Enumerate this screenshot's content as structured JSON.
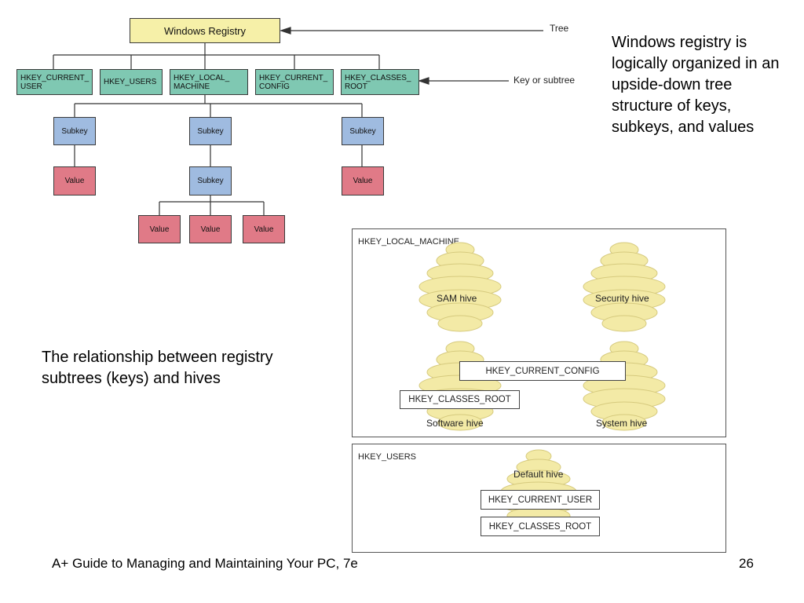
{
  "tree": {
    "root_label": "Windows Registry",
    "tree_annotation": "Tree",
    "subtree_annotation": "Key or subtree",
    "keys": [
      {
        "line1": "HKEY_CURRENT_",
        "line2": "USER"
      },
      {
        "line1": "HKEY_USERS",
        "line2": ""
      },
      {
        "line1": "HKEY_LOCAL_",
        "line2": "MACHINE"
      },
      {
        "line1": "HKEY_CURRENT_",
        "line2": "CONFIG"
      },
      {
        "line1": "HKEY_CLASSES_",
        "line2": "ROOT"
      }
    ],
    "subkey_label": "Subkey",
    "value_label": "Value",
    "colors": {
      "root": "#f6f0a8",
      "key": "#7fc8b2",
      "subkey": "#9fbbe0",
      "value": "#e07a87"
    }
  },
  "text_top": "Windows registry is logically organized in an upside-down tree structure of keys, subkeys, and values",
  "text_left": "The relationship between registry subtrees (keys) and hives",
  "hives": {
    "local_machine_title": "HKEY_LOCAL_MACHINE",
    "users_title": "HKEY_USERS",
    "sam_hive": "SAM hive",
    "security_hive": "Security hive",
    "software_hive": "Software hive",
    "system_hive": "System hive",
    "default_hive": "Default hive",
    "current_config_tag": "HKEY_CURRENT_CONFIG",
    "classes_root_tag": "HKEY_CLASSES_ROOT",
    "current_user_tag": "HKEY_CURRENT_USER",
    "classes_root_tag_users": "HKEY_CLASSES_ROOT",
    "hive_color": "#f3eaa6"
  },
  "footer": {
    "book_title": "A+ Guide to Managing and Maintaining Your PC, 7e",
    "page_number": "26"
  }
}
